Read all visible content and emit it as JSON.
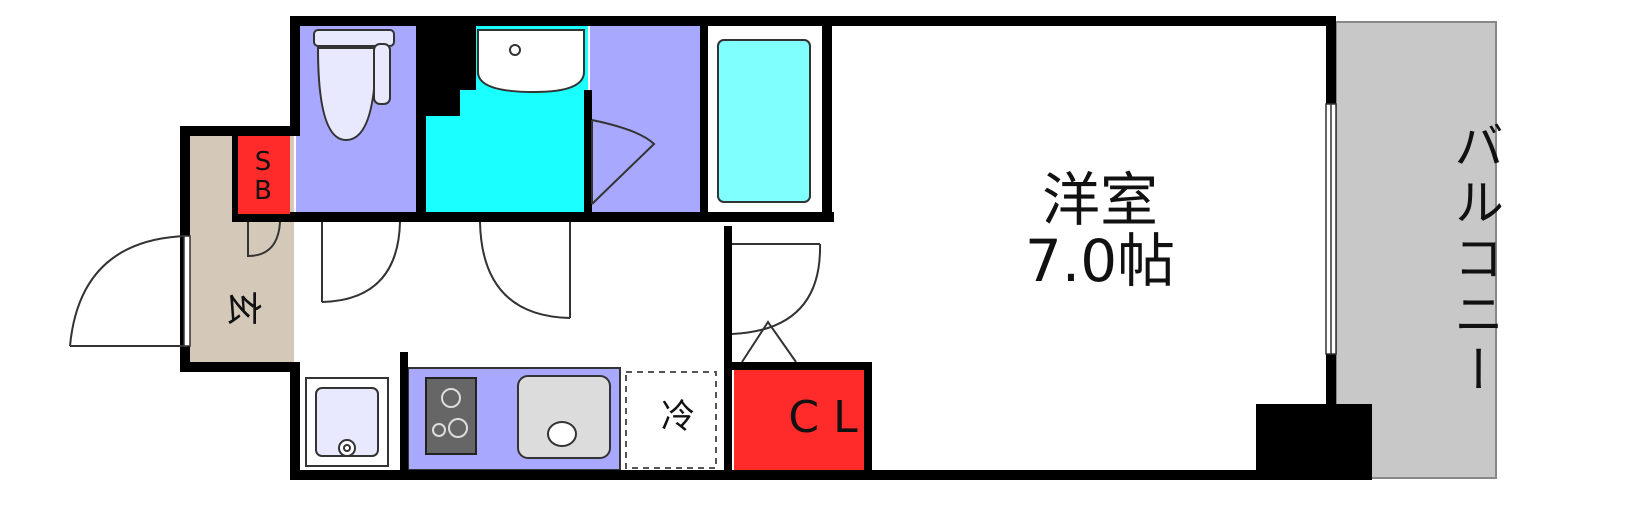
{
  "rooms": {
    "main": {
      "name": "洋室",
      "size": "7.0帖"
    },
    "balcony": "バルコニー",
    "entrance": "玄",
    "shoe_box": {
      "line1": "S",
      "line2": "B"
    },
    "closet": "CL",
    "fridge": "冷"
  },
  "colors": {
    "wall": "#000000",
    "toilet_bath_floor": "#a8a8ff",
    "washroom_floor": "#1affff",
    "bathtub": "#80ffff",
    "entrance_floor": "#d4c8b8",
    "shoe_box": "#ff2a2a",
    "closet": "#ff2a2a",
    "kitchen": "#a8a8ff",
    "balcony": "#c8c8c8"
  }
}
